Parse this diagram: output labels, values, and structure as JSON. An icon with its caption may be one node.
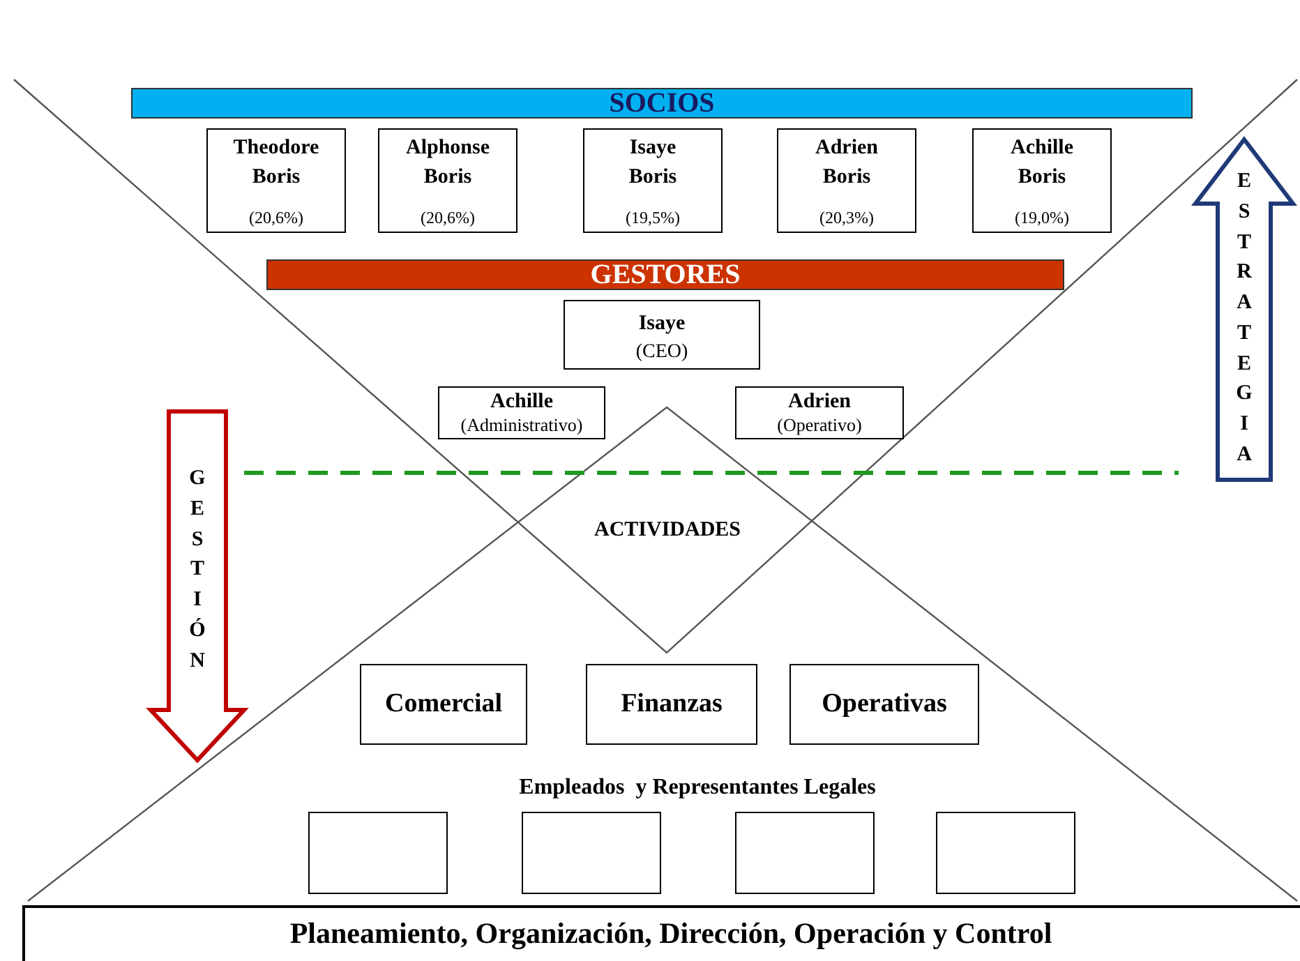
{
  "diagram": {
    "nodes": [
      {
        "text": [
          "SOCIOS"
        ]
      },
      {
        "text": [
          "Theodore Boris",
          "(20,6%)"
        ]
      },
      {
        "text": [
          "Alphonse Boris",
          "(20,6%)"
        ]
      },
      {
        "text": [
          "Isaye Boris",
          "(19,5%)"
        ]
      },
      {
        "text": [
          "Adrien Boris",
          "(20,3%)"
        ]
      },
      {
        "text": [
          "Achille Boris",
          "(19,0%)"
        ]
      },
      {
        "text": [
          "GESTORES"
        ]
      },
      {
        "text": [
          "Isaye",
          "(CEO)"
        ]
      },
      {
        "text": [
          "Achille",
          "(Administrativo)"
        ]
      },
      {
        "text": [
          "Adrien",
          "(Operativo)"
        ]
      },
      {
        "text": [
          "ESTRATEGIA"
        ]
      },
      {
        "text": [
          "GESTIÓN"
        ]
      },
      {
        "text": [
          "ACTIVIDADES"
        ]
      },
      {
        "text": [
          "Comercial"
        ]
      },
      {
        "text": [
          "Finanzas"
        ]
      },
      {
        "text": [
          "Operativas"
        ]
      },
      {
        "text": [],
        "shape": "box"
      },
      {
        "text": [],
        "shape": "box"
      },
      {
        "text": [],
        "shape": "box"
      },
      {
        "text": [],
        "shape": "box"
      },
      {
        "text": [
          "Planeamiento, Organización, Dirección, Operación y Control"
        ]
      }
    ],
    "edges": [],
    "labels": [
      "Empleados  y Representantes Legales"
    ]
  }
}
